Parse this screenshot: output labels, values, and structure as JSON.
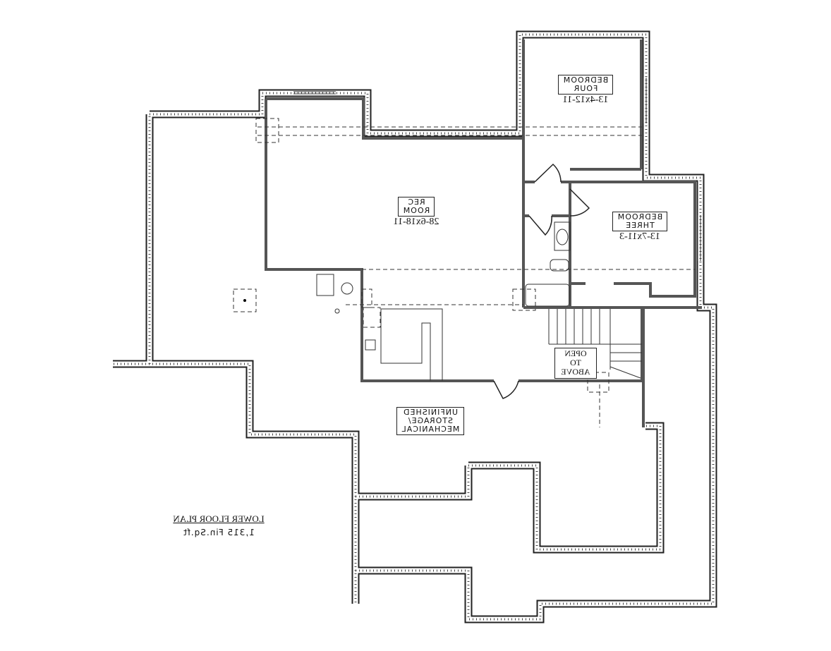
{
  "plan": {
    "title": "LOWER FLOOR PLAN",
    "area": "1,315 Fin.Sq.ft",
    "rooms": [
      {
        "name_line1": "BEDROOM",
        "name_line2": "FOUR",
        "size": "13-4x12-11"
      },
      {
        "name_line1": "REC",
        "name_line2": "ROOM",
        "size": "28-6x18-11"
      },
      {
        "name_line1": "BEDROOM",
        "name_line2": "THREE",
        "size": "13-7x11-3"
      }
    ],
    "open_to_above_line1": "OPEN TO",
    "open_to_above_line2": "ABOVE",
    "storage_line1": "UNFINISHED",
    "storage_line2": "STORAGE/",
    "storage_line3": "MECHANICAL"
  },
  "colors": {
    "wall": "#555555",
    "foundation": "#222222"
  }
}
